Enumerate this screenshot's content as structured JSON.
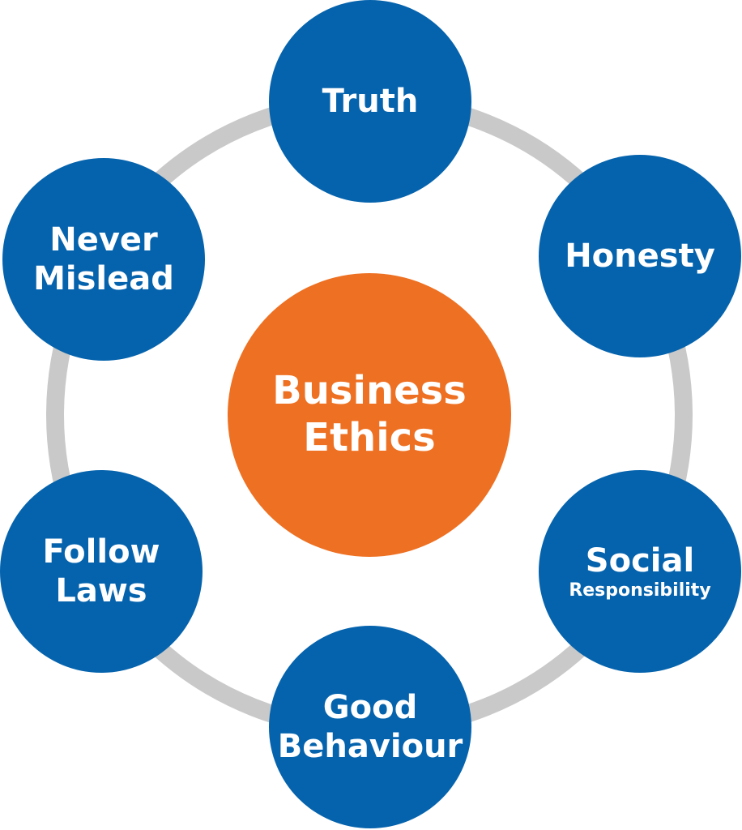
{
  "colors": {
    "blue": "#0563ad",
    "orange": "#ee7022",
    "ring": "#c8c9c8"
  },
  "center": {
    "line1": "Business",
    "line2": "Ethics"
  },
  "nodes": [
    {
      "line1": "Truth",
      "line2": ""
    },
    {
      "line1": "Honesty",
      "line2": ""
    },
    {
      "line1": "Social",
      "line2": "Responsibility"
    },
    {
      "line1": "Good",
      "line2": "Behaviour"
    },
    {
      "line1": "Follow",
      "line2": "Laws"
    },
    {
      "line1": "Never",
      "line2": "Mislead"
    }
  ]
}
